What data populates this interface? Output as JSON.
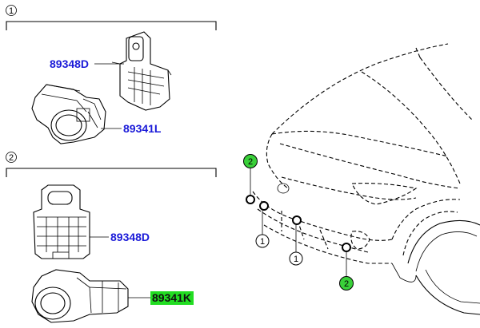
{
  "groups": [
    {
      "badge": "1",
      "parts": [
        "89348D",
        "89341L"
      ]
    },
    {
      "badge": "2",
      "parts": [
        "89348D",
        "89341K"
      ]
    }
  ],
  "car": {
    "callouts": [
      "2",
      "1",
      "1",
      "2"
    ]
  },
  "colors": {
    "part_label": "#1a1ad8",
    "highlight": "#22dd22",
    "badge_green": "#39d039",
    "line": "#000000"
  }
}
